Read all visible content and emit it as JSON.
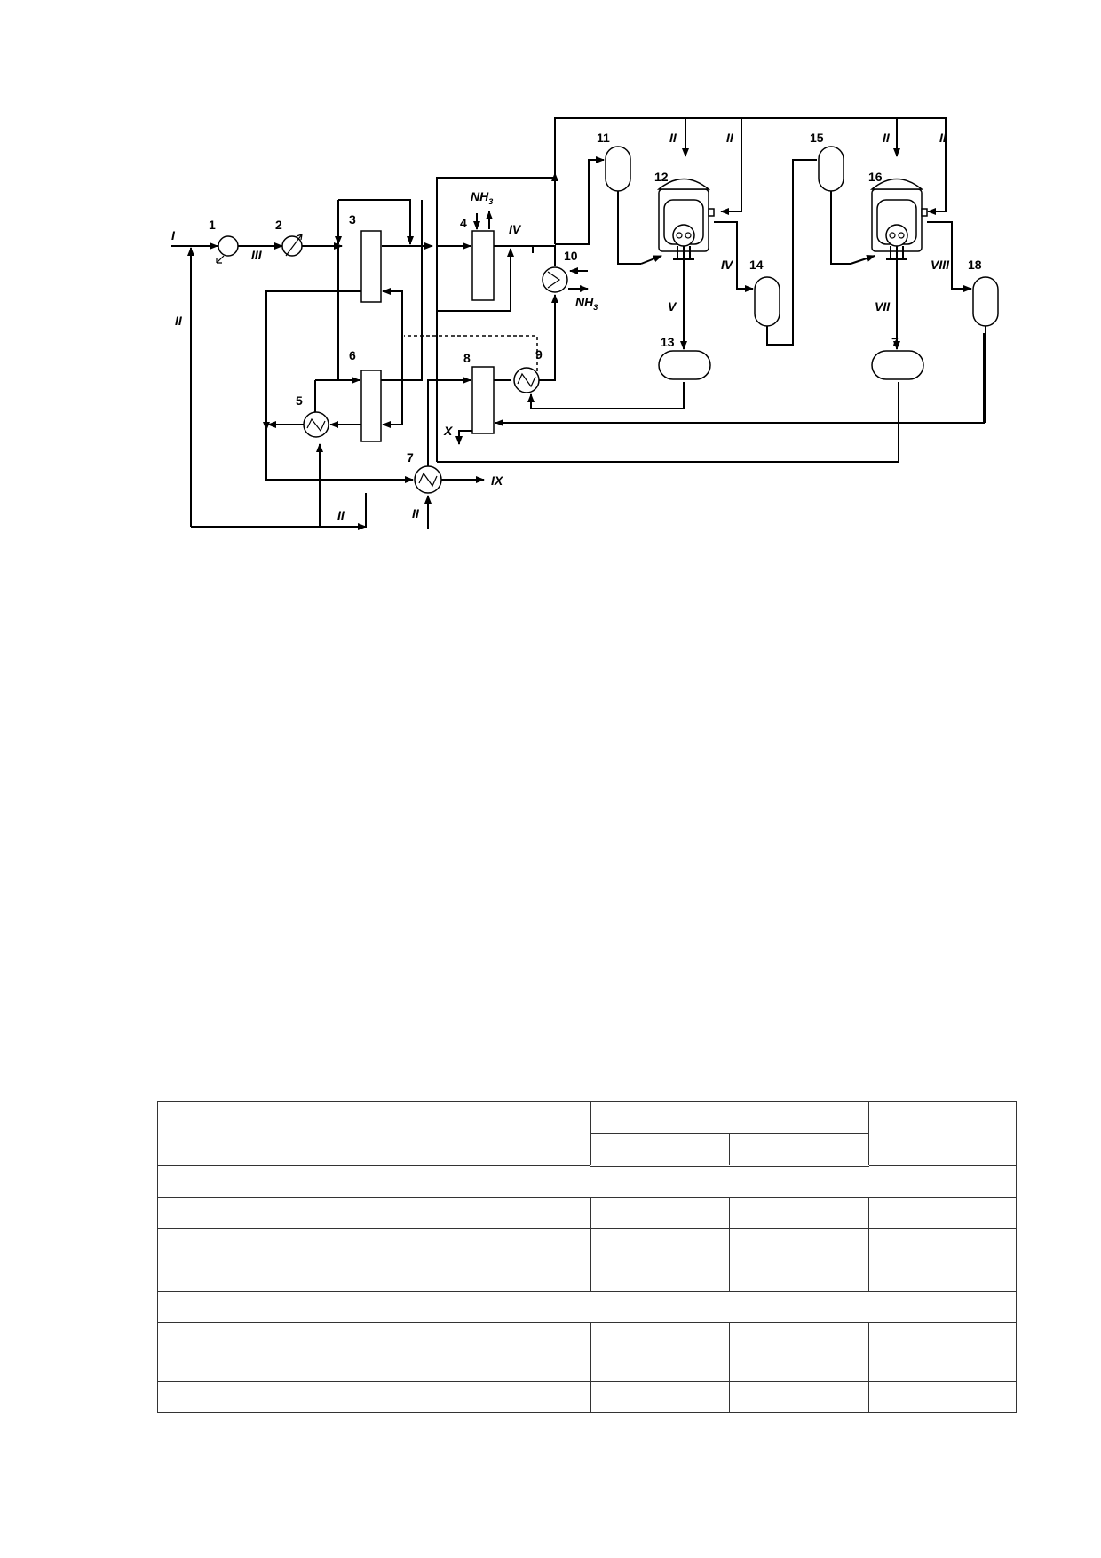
{
  "diagram": {
    "equipment": {
      "e1": "1",
      "e2": "2",
      "e3": "3",
      "e4": "4",
      "e5": "5",
      "e6": "6",
      "e7a": "7",
      "e7b": "7",
      "e8": "8",
      "e9": "9",
      "e10": "10",
      "e11": "11",
      "e12": "12",
      "e13": "13",
      "e14": "14",
      "e15": "15",
      "e16": "16",
      "e18": "18"
    },
    "streams": {
      "s_I": "I",
      "s_II_left": "II",
      "s_II_bottom": "II",
      "s_II_cond7": "II",
      "s_II_top1": "II",
      "s_II_top2": "II",
      "s_II_top3": "II",
      "s_II_top4": "II",
      "s_III": "III",
      "s_IV_4": "IV",
      "s_IV_14": "IV",
      "s_V": "V",
      "s_VII": "VII",
      "s_VIII": "VIII",
      "s_IX": "IX",
      "s_X": "X"
    },
    "nh3": {
      "top": "NH",
      "bottom": "NH",
      "sub": "3"
    }
  }
}
